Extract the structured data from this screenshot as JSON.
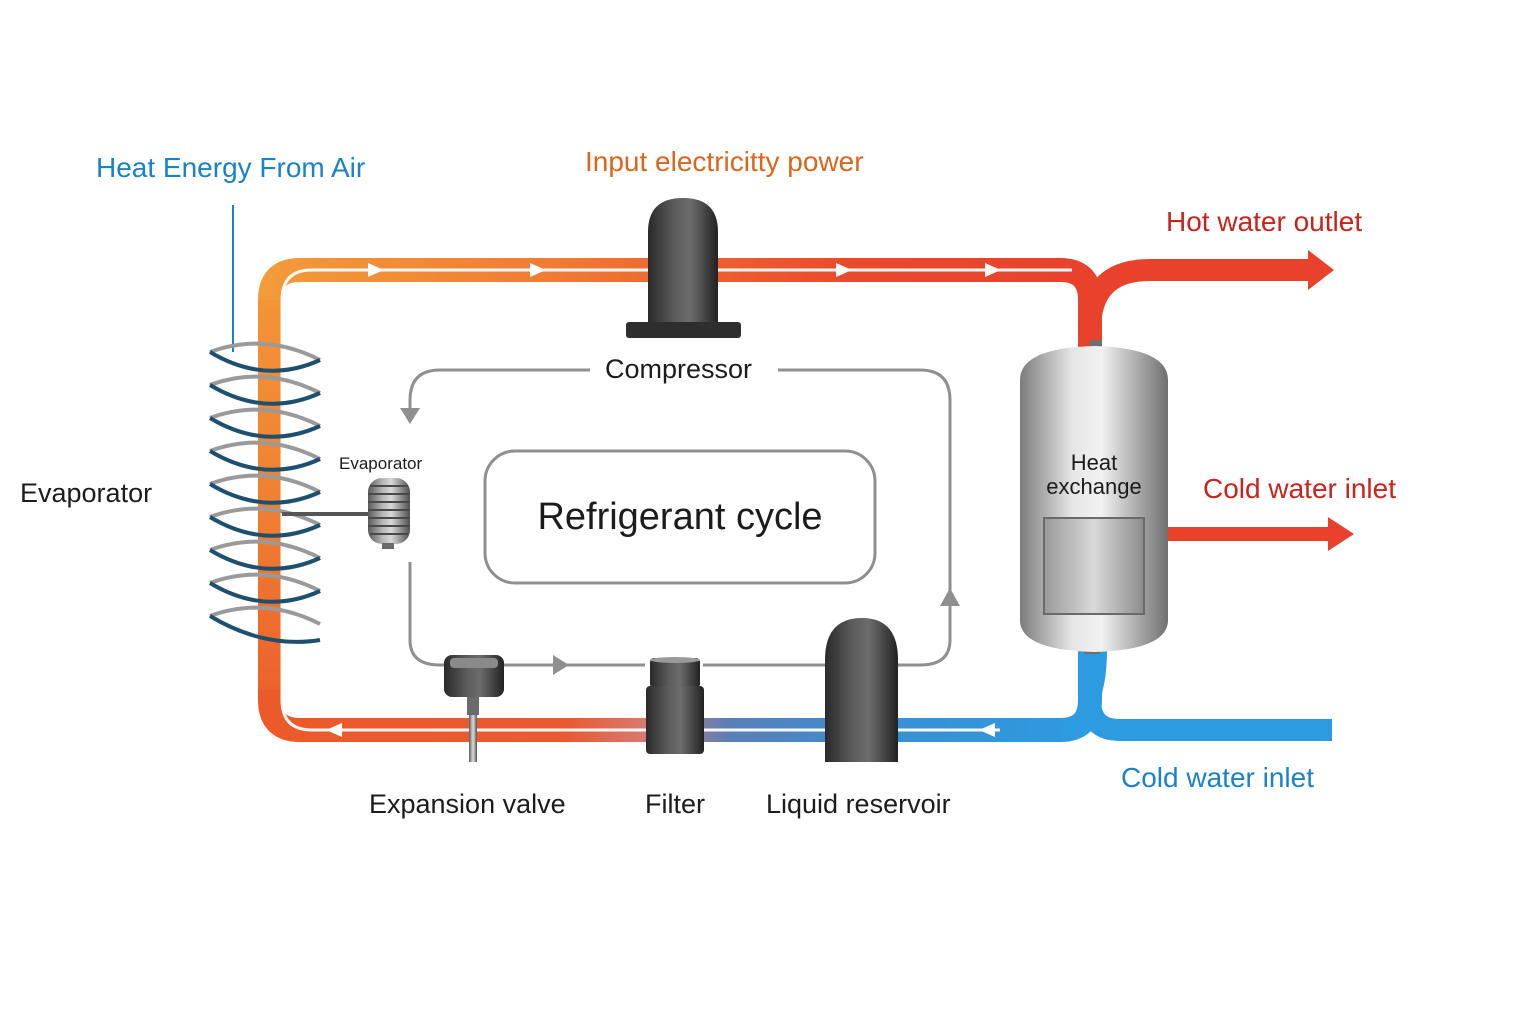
{
  "labels": {
    "heat_energy_from_air": "Heat Energy From Air",
    "input_power": "Input electricitty power",
    "hot_water_outlet": "Hot water outlet",
    "cold_water_inlet_right": "Cold water inlet",
    "cold_water_inlet_bottom": "Cold water inlet",
    "evaporator_left": "Evaporator",
    "evaporator_small": "Evaporator",
    "compressor": "Compressor",
    "refrigerant_cycle": "Refrigerant cycle",
    "heat_exchange_line1": "Heat",
    "heat_exchange_line2": "exchange",
    "expansion_valve": "Expansion valve",
    "filter": "Filter",
    "liquid_reservoir": "Liquid reservoir"
  },
  "colors": {
    "hot_pipe": "#e8412c",
    "warm_pipe": "#f08a36",
    "cold_pipe": "#2d9be0",
    "blue_text": "#1a82c9",
    "orange_text": "#d9661c",
    "red_text": "#c8231c",
    "cycle_line": "#8f8f8f",
    "coil": "#1d4f6e"
  }
}
